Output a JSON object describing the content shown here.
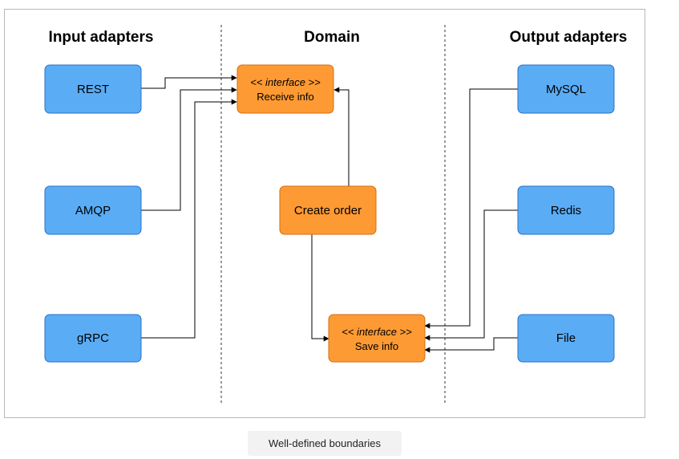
{
  "headings": {
    "input": "Input adapters",
    "domain": "Domain",
    "output": "Output adapters"
  },
  "input_adapters": [
    "REST",
    "AMQP",
    "gRPC"
  ],
  "output_adapters": [
    "MySQL",
    "Redis",
    "File"
  ],
  "domain": {
    "receive": {
      "stereotype": "<< interface >>",
      "name": "Receive info"
    },
    "create": "Create order",
    "save": {
      "stereotype": "<< interface >>",
      "name": "Save info"
    }
  },
  "caption": "Well-defined boundaries",
  "colors": {
    "adapter_fill": "#5aacf5",
    "adapter_stroke": "#2a72c8",
    "domain_fill": "#fe9a33",
    "domain_stroke": "#d46f10",
    "line": "#000000",
    "frame": "#b8b8b8",
    "caption_bg": "#f2f2f2"
  }
}
